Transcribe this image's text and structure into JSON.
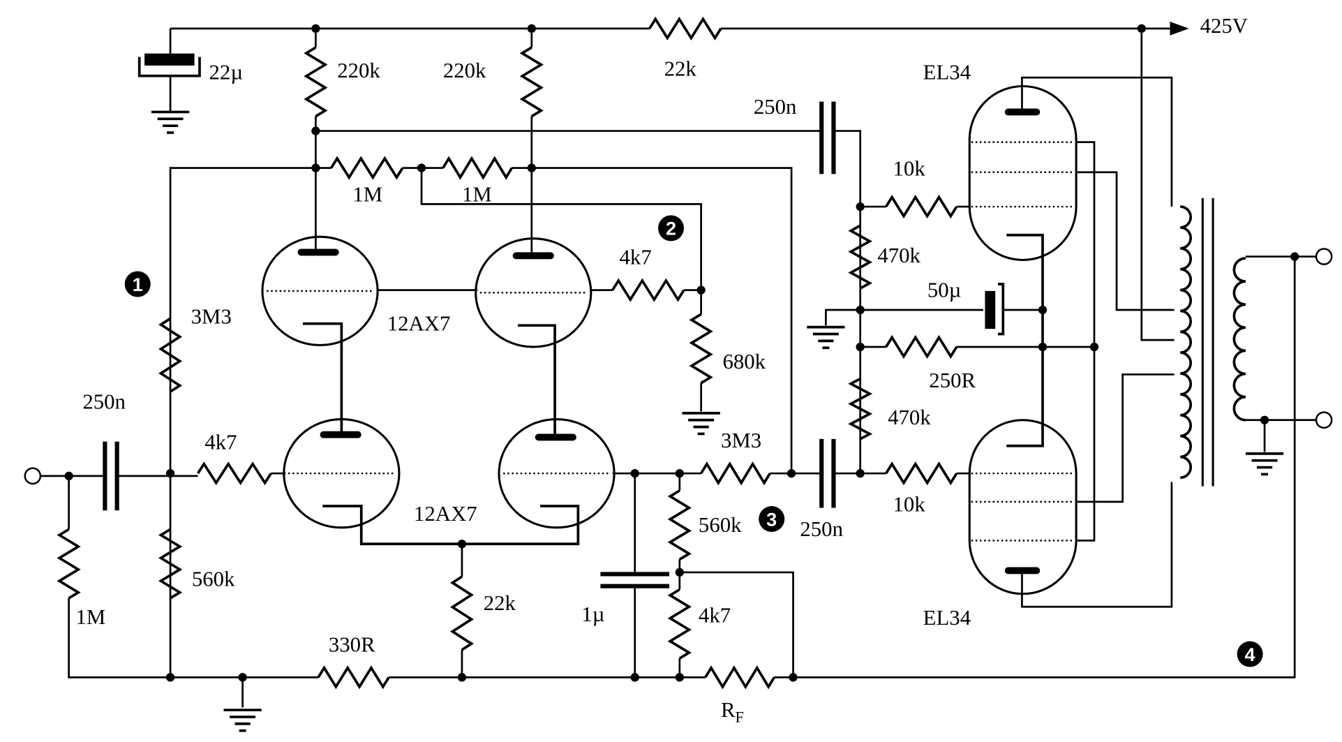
{
  "title": "Push-pull EL34 valve amplifier schematic",
  "supply": {
    "voltage": "425V"
  },
  "tubes": {
    "driver_upper": "12AX7",
    "driver_lower": "12AX7",
    "output_upper": "EL34",
    "output_lower": "EL34"
  },
  "components": {
    "c_supply": "22µ",
    "r_plate_left": "220k",
    "r_plate_right": "220k",
    "r_supply": "22k",
    "c_couple_top": "250n",
    "r_grid_top": "10k",
    "r_fb_left": "1M",
    "r_fb_right": "1M",
    "r_bias_top": "470k",
    "c_cathode": "50µ",
    "r_cathode": "250R",
    "r_bias_bottom": "470k",
    "r_grid_mid": "4k7",
    "r_mid_ground": "680k",
    "r_upper_bias": "3M3",
    "c_input": "250n",
    "r_input_grid": "4k7",
    "r_series": "3M3",
    "c_couple_bottom": "250n",
    "r_grid_bottom": "10k",
    "r_input": "1M",
    "r_input_bias": "560k",
    "r_tail": "22k",
    "c_decouple": "1µ",
    "r_div_top": "560k",
    "r_div_bottom": "4k7",
    "r_ground": "330R",
    "r_feedback": "R",
    "r_feedback_sub": "F"
  },
  "markers": [
    "1",
    "2",
    "3",
    "4"
  ]
}
